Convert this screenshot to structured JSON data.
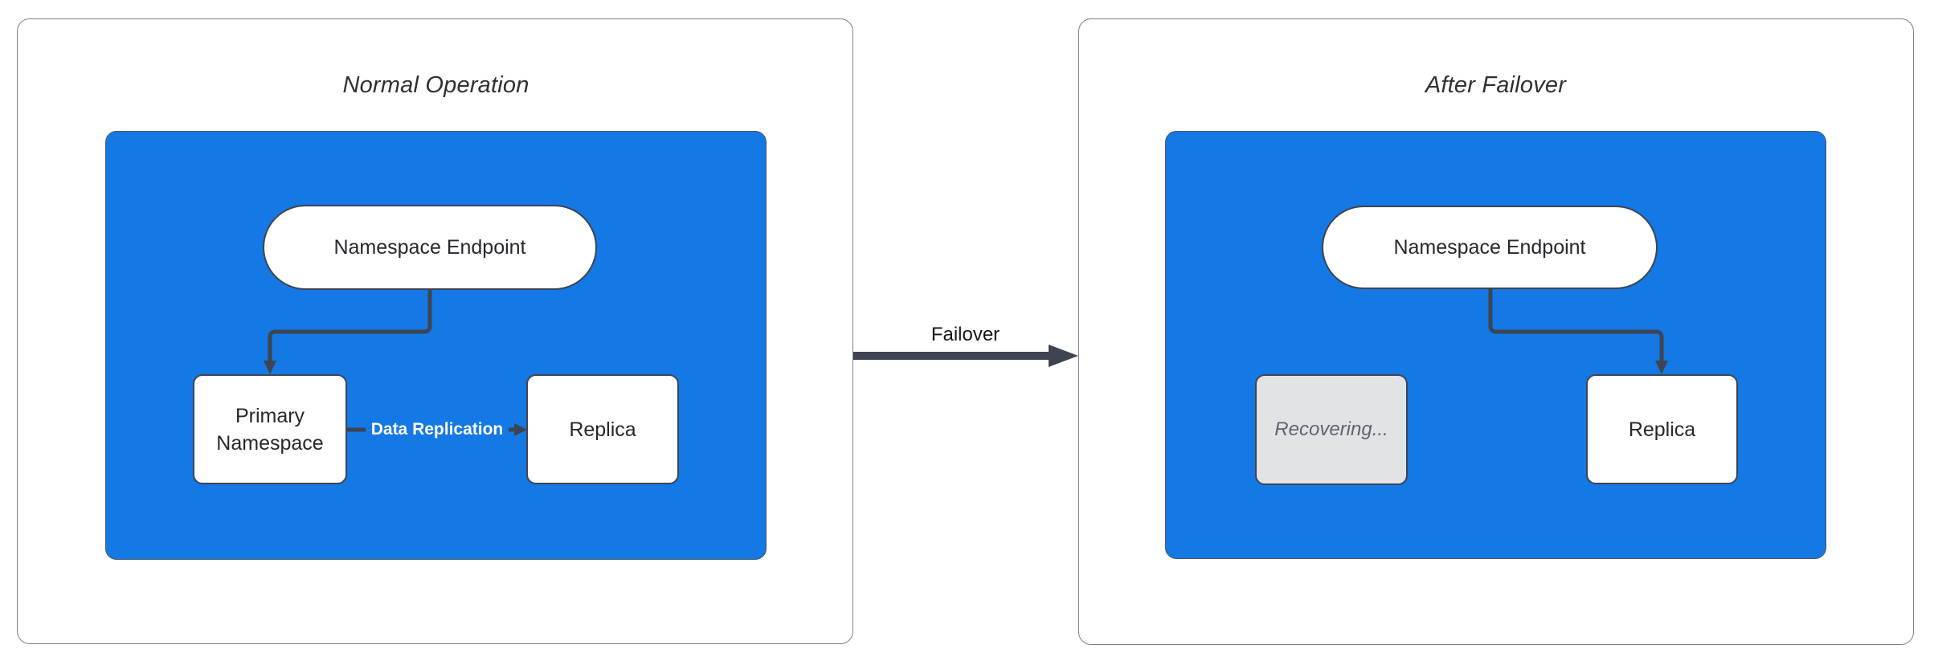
{
  "diagram": {
    "panels": {
      "normal": {
        "title": "Normal Operation",
        "endpoint": "Namespace Endpoint",
        "primary": "Primary Namespace",
        "replica": "Replica",
        "replication_label": "Data Replication"
      },
      "failover": {
        "title": "After Failover",
        "endpoint": "Namespace Endpoint",
        "recovering": "Recovering...",
        "replica": "Replica"
      }
    },
    "transition": {
      "label": "Failover"
    },
    "colors": {
      "container_blue": "#1478E5",
      "stroke_dark": "#3E4450",
      "panel_border": "#7C7F84",
      "box_border": "#3E4450",
      "blue_box_border": "#52565C",
      "recovering_bg": "#E2E3E5",
      "recovering_text": "#5D6470",
      "title_text": "#303030",
      "failover_text": "#141414",
      "node_text": "#26282C",
      "edge_label_text": "#FFFFFF"
    }
  }
}
